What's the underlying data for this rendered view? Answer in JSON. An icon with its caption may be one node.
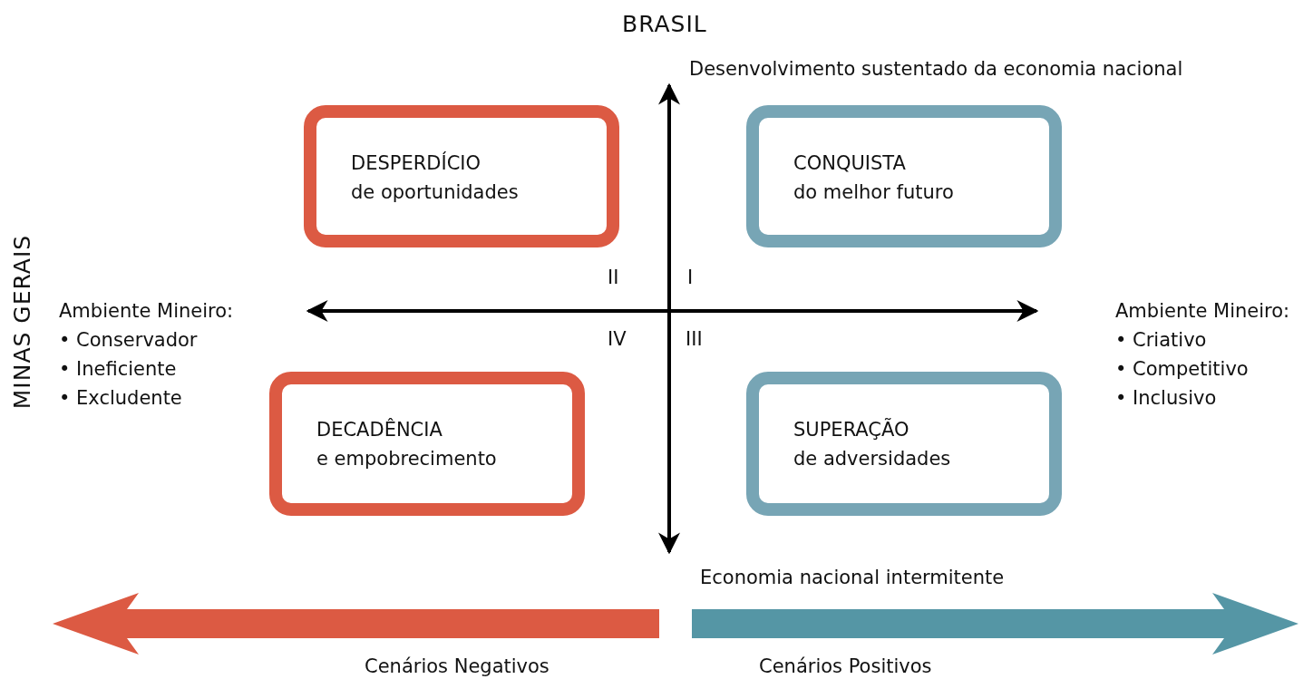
{
  "diagram": {
    "nodes": [
      {
        "text": [
          "DESPERDÍCIO",
          "de oportunidades"
        ]
      },
      {
        "text": [
          "CONQUISTA",
          "do melhor futuro"
        ]
      },
      {
        "text": [
          "DECADÊNCIA",
          "e empobrecimento"
        ]
      },
      {
        "text": [
          "SUPERAÇÃO",
          "de adversidades"
        ]
      }
    ],
    "labels": [
      "BRASIL",
      "Desenvolvimento sustentado da economia nacional",
      "MINAS GERAIS",
      "Ambiente Mineiro:",
      "• Conservador",
      "• Ineficiente",
      "• Excludente",
      "II",
      "I",
      "IV",
      "III",
      "Ambiente Mineiro:",
      "• Criativo",
      "• Competitivo",
      "• Inclusivo",
      "Economia nacional intermitente",
      "Cenários Negativos",
      "Cenários Positivos"
    ]
  }
}
